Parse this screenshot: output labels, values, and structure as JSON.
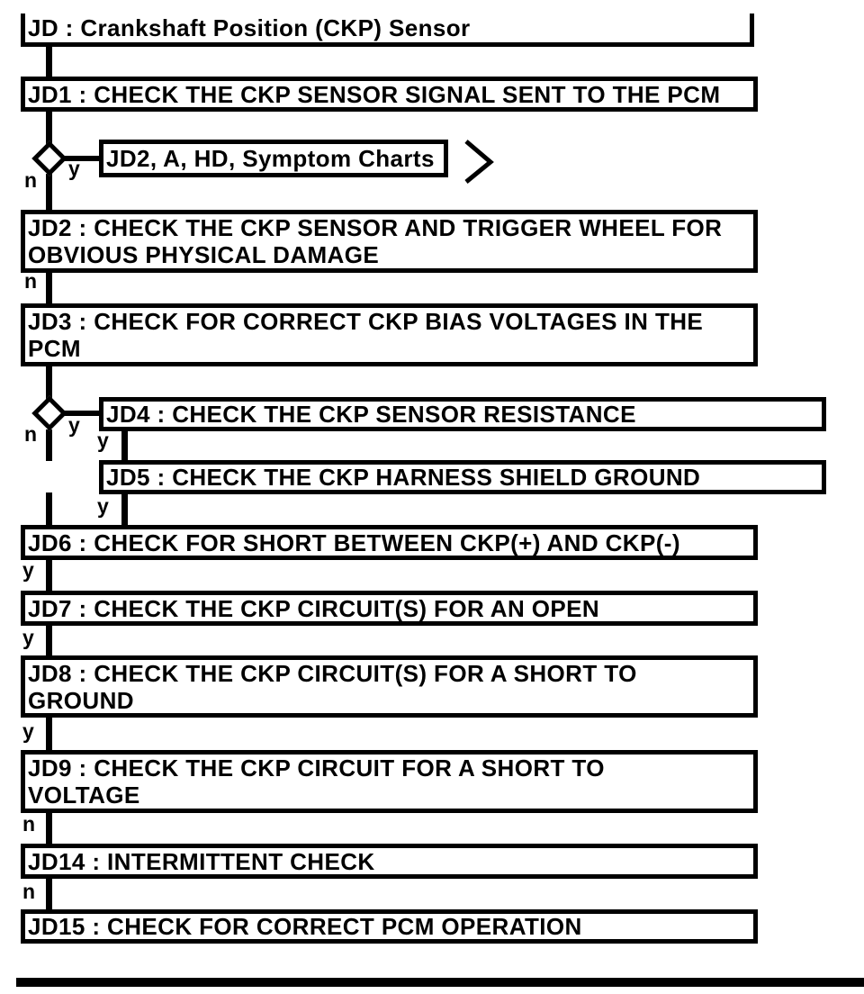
{
  "diagram": {
    "title": "JD : Crankshaft Position (CKP) Sensor",
    "reference_box": {
      "text": "JD2, A, HD, Symptom Charts"
    },
    "branch_labels": {
      "yes": "y",
      "no": "n"
    },
    "nodes": {
      "jd1": "JD1 : CHECK THE CKP SENSOR SIGNAL SENT TO THE PCM",
      "jd2": "JD2 : CHECK THE CKP SENSOR AND TRIGGER WHEEL FOR OBVIOUS PHYSICAL DAMAGE",
      "jd3": "JD3 : CHECK FOR CORRECT CKP BIAS VOLTAGES IN THE PCM",
      "jd4": "JD4 : CHECK THE CKP SENSOR RESISTANCE",
      "jd5": "JD5 : CHECK THE CKP HARNESS SHIELD GROUND",
      "jd6": "JD6 : CHECK FOR SHORT BETWEEN CKP(+) AND CKP(-)",
      "jd7": "JD7 : CHECK THE CKP CIRCUIT(S) FOR AN OPEN",
      "jd8": "JD8 : CHECK THE CKP CIRCUIT(S) FOR A SHORT TO GROUND",
      "jd9": "JD9 : CHECK THE CKP CIRCUIT FOR A SHORT TO VOLTAGE",
      "jd14": "JD14 : INTERMITTENT CHECK",
      "jd15": "JD15 : CHECK FOR CORRECT PCM OPERATION"
    },
    "colors": {
      "line": "#000000",
      "background": "#ffffff"
    }
  }
}
